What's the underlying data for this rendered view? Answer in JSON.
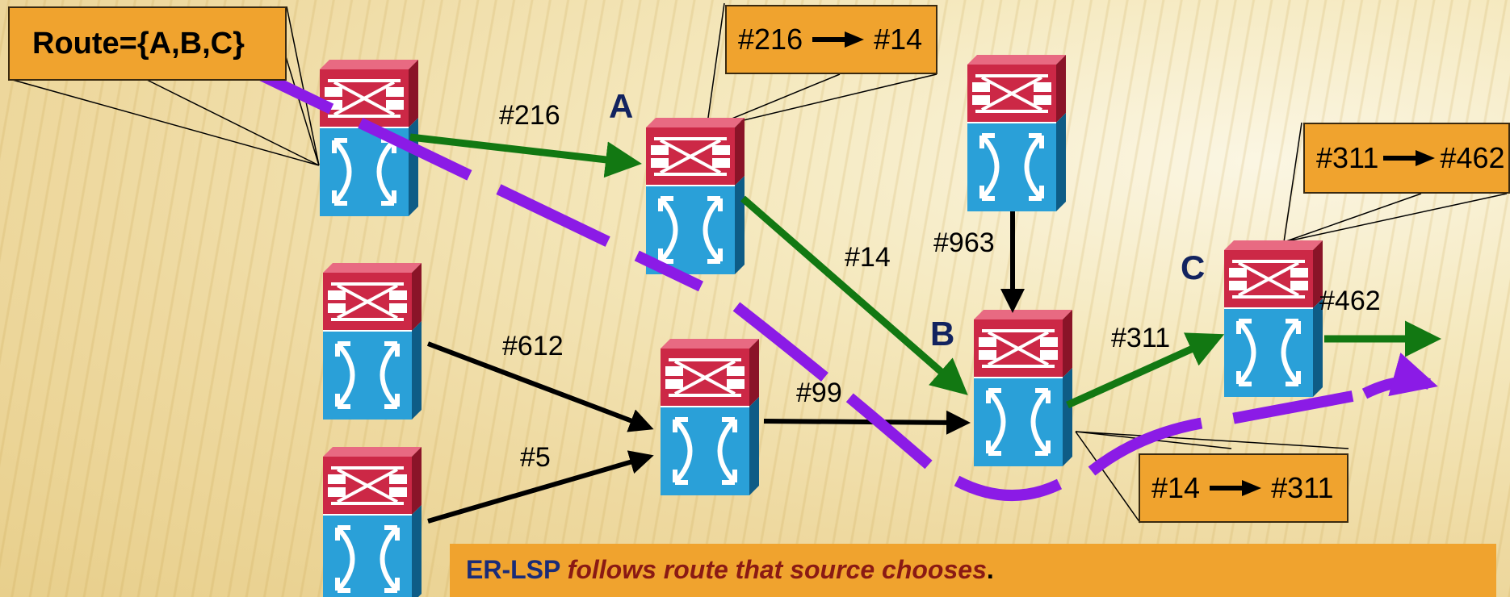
{
  "route_box": "Route={A,B,C}",
  "swap_a": {
    "in": "#216",
    "out": "#14"
  },
  "swap_c": {
    "in": "#311",
    "out": "#462"
  },
  "swap_b": {
    "in": "#14",
    "out": "#311"
  },
  "labels": {
    "l216": "#216",
    "l14": "#14",
    "l963": "#963",
    "l311": "#311",
    "l462": "#462",
    "l612": "#612",
    "l99": "#99",
    "l5": "#5"
  },
  "nodes": {
    "a": "A",
    "b": "B",
    "c": "C"
  },
  "footer": {
    "strong": "ER-LSP",
    "italic": "follows route that source chooses",
    "end": "."
  },
  "colors": {
    "path_green": "#127812",
    "route_purple": "#8b1be6",
    "callout": "#f0a32e",
    "node_text": "#12235f"
  }
}
